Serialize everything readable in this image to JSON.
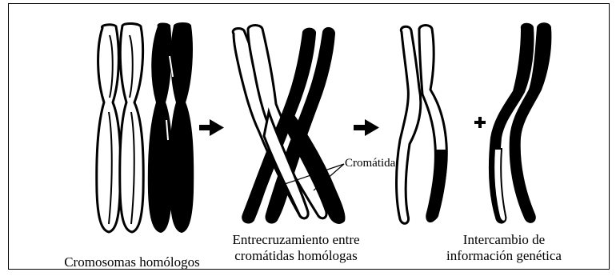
{
  "colors": {
    "ink": "#000000",
    "paper": "#ffffff"
  },
  "stages": [
    {
      "caption": "Cromosomas homólogos"
    },
    {
      "caption_line1": "Entrecruzamiento entre",
      "caption_line2": "cromátidas homólogas"
    },
    {
      "caption_line1": "Intercambio de",
      "caption_line2": "información genética"
    }
  ],
  "annotation": {
    "label": "Cromátidas"
  },
  "symbols": {
    "arrow": "right-arrow-icon",
    "plus": "+"
  }
}
